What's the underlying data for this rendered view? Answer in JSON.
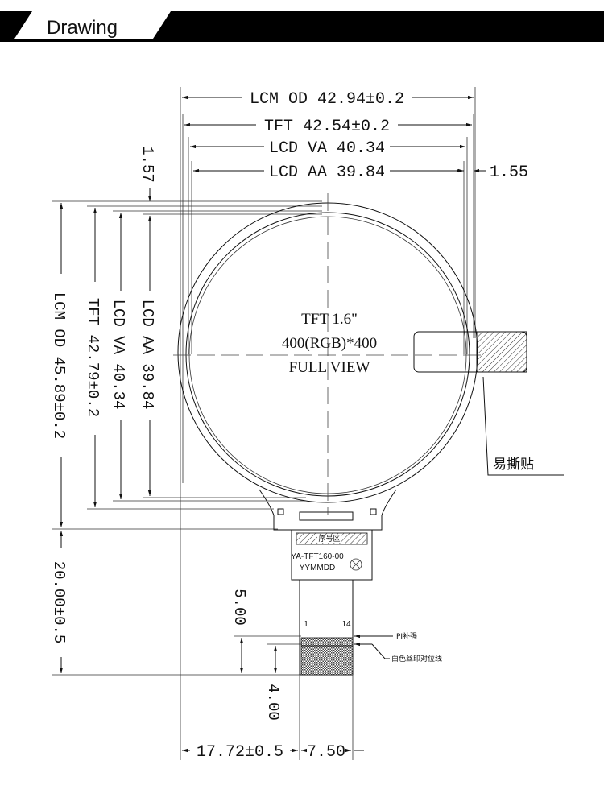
{
  "header": {
    "title": "Drawing"
  },
  "dimensions": {
    "lcm_od_w": "LCM OD 42.94±0.2",
    "tft_w": "TFT 42.54±0.2",
    "lcd_va_w": "LCD VA 40.34",
    "lcd_aa_w": "LCD AA 39.84",
    "right_offset": "1.55",
    "top_offset": "1.57",
    "lcm_od_h": "LCM OD 45.89±0.2",
    "tft_h": "TFT 42.79±0.2",
    "lcd_va_h": "LCD VA 40.34",
    "lcd_aa_h": "LCD AA 39.84",
    "fpc_len": "20.00±0.5",
    "dim_500": "5.00",
    "dim_400": "4.00",
    "bottom_left": "17.72±0.5",
    "bottom_right": "7.50"
  },
  "display": {
    "line1": "TFT 1.6\"",
    "line2": "400(RGB)*400",
    "line3": "FULL VIEW"
  },
  "labels": {
    "easy_peel": "易撕贴",
    "pi_stiffener": "PI补强",
    "white_silk": "白色丝印对位线",
    "part_no": "YA-TFT160-00",
    "date_code": "YYMMDD",
    "pin1": "1",
    "pin14": "14",
    "fpc_tag": "序号区"
  }
}
